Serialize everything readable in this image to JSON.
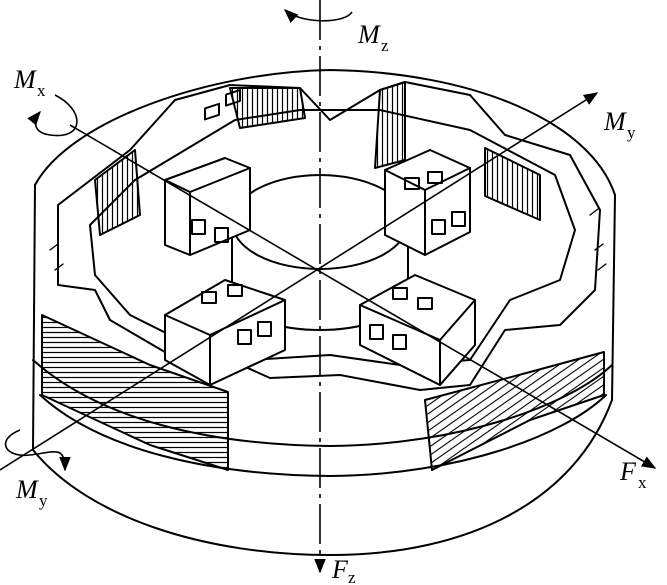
{
  "labels": {
    "mz": {
      "main": "M",
      "sub": "z"
    },
    "mx": {
      "main": "M",
      "sub": "x"
    },
    "my_right": {
      "main": "M",
      "sub": "y"
    },
    "my_left": {
      "main": "M",
      "sub": "y"
    },
    "fx": {
      "main": "F",
      "sub": "x"
    },
    "fz": {
      "main": "F",
      "sub": "z"
    }
  }
}
